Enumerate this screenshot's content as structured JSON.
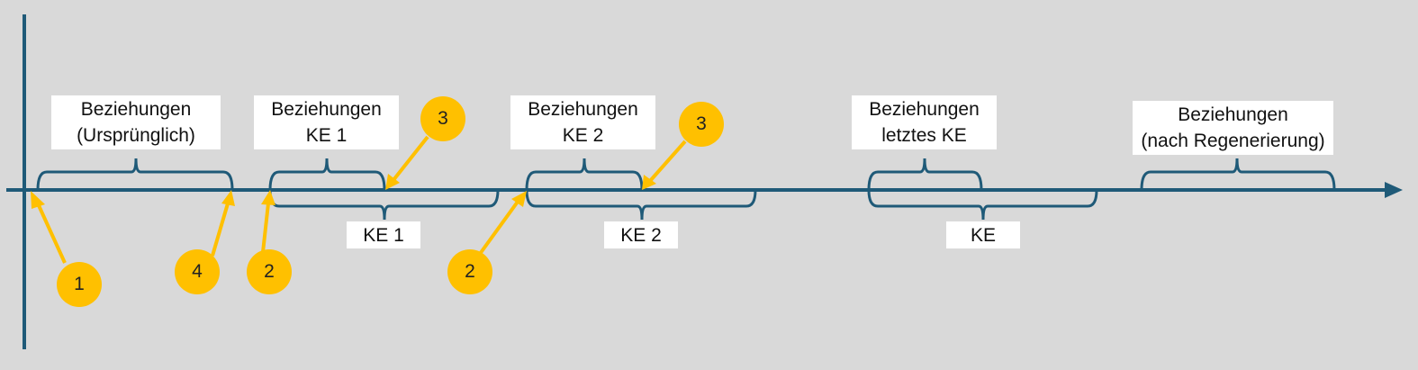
{
  "colors": {
    "background": "#d9d9d9",
    "axis": "#1f5a78",
    "marker": "#ffc000",
    "label_bg": "#ffffff"
  },
  "labels": {
    "rel_original": [
      "Beziehungen",
      "(Ursprünglich)"
    ],
    "rel_ke1": [
      "Beziehungen",
      "KE 1"
    ],
    "rel_ke2": [
      "Beziehungen",
      "KE 2"
    ],
    "rel_last": [
      "Beziehungen",
      "letztes KE"
    ],
    "rel_regen": [
      "Beziehungen",
      "(nach Regenerierung)"
    ],
    "ke1": "KE 1",
    "ke2": "KE 2",
    "ke": "KE"
  },
  "markers": {
    "m1": "1",
    "m4": "4",
    "m2a": "2",
    "m2b": "2",
    "m3a": "3",
    "m3b": "3"
  }
}
